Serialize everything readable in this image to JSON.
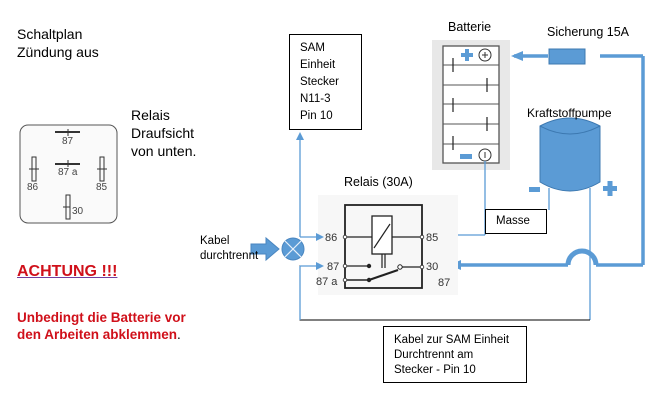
{
  "title": {
    "line1": "Schaltplan",
    "line2": "Zündung aus"
  },
  "relay_view": {
    "label_line1": "Relais",
    "label_line2": "Draufsicht",
    "label_line3": "von unten.",
    "pins": {
      "p87": "87",
      "p87a": "87 a",
      "p86": "86",
      "p85": "85",
      "p30": "30"
    }
  },
  "warning": {
    "heading": "ACHTUNG !!!",
    "line1": "Unbedingt die Batterie vor",
    "line2": "den Arbeiten abklemmen",
    "line2_suffix": "."
  },
  "cable_cut": {
    "line1": "Kabel",
    "line2": "durchtrennt"
  },
  "sam_box": {
    "lines": [
      "SAM",
      "Einheit",
      "Stecker",
      "N11-3",
      "Pin 10"
    ]
  },
  "relay_schematic": {
    "title": "Relais (30A)",
    "pins": {
      "p86": "86",
      "p87": "87",
      "p87a": "87 a",
      "p85": "85",
      "p30": "30",
      "p87b": "87"
    }
  },
  "battery": {
    "label": "Batterie",
    "plus_symbol": "+",
    "minus_symbol": "−"
  },
  "fuse": {
    "label": "Sicherung 15A"
  },
  "pump": {
    "label": "Kraftstoffpumpe"
  },
  "ground_box": {
    "label": "Masse"
  },
  "bottom_box": {
    "lines": [
      "Kabel zur SAM Einheit",
      "Durchtrennt am",
      "Stecker - Pin 10"
    ]
  },
  "colors": {
    "wire": "#5b9bd5",
    "wire_dark": "#4a86c0",
    "warning_red": "#d0101a",
    "battery_bg": "#e8e8e8"
  }
}
